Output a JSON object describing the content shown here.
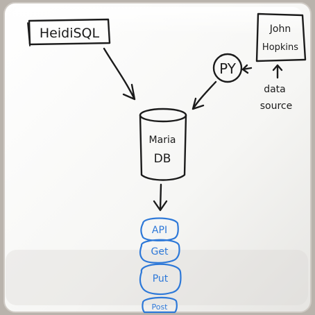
{
  "nodes": {
    "heidisql": "HeidiSQL",
    "johns_hopkins_line1": "John",
    "johns_hopkins_line2": "Hopkins",
    "python": "PY",
    "data_source_line1": "data",
    "data_source_line2": "source",
    "mariadb_line1": "Maria",
    "mariadb_line2": "DB",
    "api": "API",
    "get": "Get",
    "put": "Put",
    "post": "Post"
  },
  "colors": {
    "ink": "#1b1b1b",
    "endpoint_ink": "#2d78d8",
    "board": "#f4f4f2"
  }
}
